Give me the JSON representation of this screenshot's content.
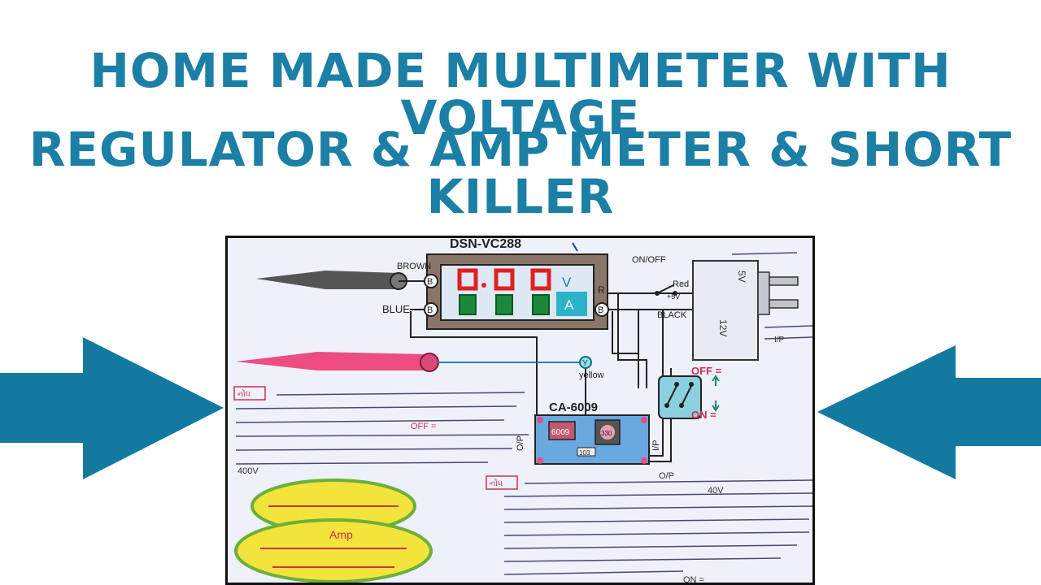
{
  "title": {
    "line1": "HOME MADE MULTIMETER WITH VOLTAGE",
    "line2": "REGULATOR & AMP METER & SHORT KILLER"
  },
  "colors": {
    "title": "#1b7fa6",
    "arrow": "#1479a0",
    "paper": "#eef0fa",
    "meter_red": "#e02020",
    "meter_green": "#1a8a3a"
  },
  "diagram": {
    "meter_model": "DSN-VC288",
    "brown_label": "BROWN",
    "blue_label": "BLUE",
    "pin_b_top": "B",
    "pin_b_bottom": "B",
    "pin_r": "R",
    "pin_b_right": "B",
    "unit_v": "V",
    "unit_a": "A",
    "onoff_label": "ON/OFF",
    "red_label": "Red",
    "plus5v_label": "+5V",
    "black_label": "BLACK",
    "adapter_5v": "5V",
    "adapter_12v": "12V",
    "yellow_label": "yellow",
    "y_label": "Y",
    "off_label": "OFF =",
    "on_label": "ON =",
    "module_label": "CA-6009",
    "module_chip": "6009",
    "module_pot": "330",
    "module_code": "103",
    "op_label": "O/P",
    "ip_label": "I/P",
    "note1_tag": "નોંધ",
    "note2_tag": "નોંધ",
    "snippet_off": "OFF =",
    "snippet_amp": "Amp",
    "snippet_ip": "I/P",
    "snippet_op": "O/P",
    "snippet_40v": "40V",
    "snippet_400v": "400V",
    "snippet_on": "ON ="
  }
}
